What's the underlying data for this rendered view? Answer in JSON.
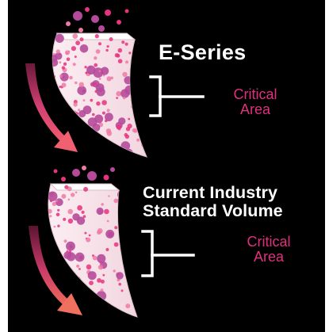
{
  "top_panel": {
    "title": "E-Series",
    "critical_label_line1": "Critical",
    "critical_label_line2": "Area"
  },
  "bottom_panel": {
    "title_line1": "Current Industry",
    "title_line2": "Standard Volume",
    "critical_label_line1": "Critical",
    "critical_label_line2": "Area"
  },
  "colors": {
    "background": "#000000",
    "claw_fill": "#f6e4ea",
    "particle_pink": "#e8337e",
    "particle_magenta": "#b54a9a",
    "arrow": "#e24a7a",
    "title_text": "#ffffff",
    "critical_text": "#e0307d",
    "bracket": "#ffffff"
  },
  "icons": {
    "top_claw": "claw-icon",
    "bottom_claw": "claw-icon",
    "arrows": "curved-arrow-icon",
    "brackets": "bracket-icon"
  }
}
